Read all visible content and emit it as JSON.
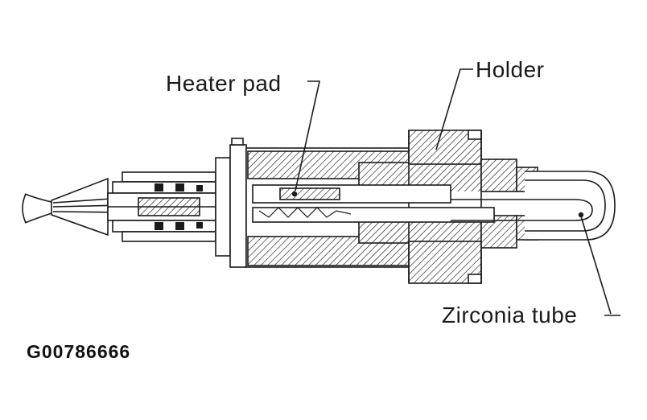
{
  "figure": {
    "type": "technical-cross-section-diagram",
    "subject": "oxygen sensor cutaway",
    "labels": {
      "heater_pad": "Heater pad",
      "holder": "Holder",
      "zirconia_tube": "Zirconia tube"
    },
    "figure_id": "G00786666",
    "colors": {
      "ink": "#1a1a1a",
      "background": "#ffffff"
    }
  }
}
